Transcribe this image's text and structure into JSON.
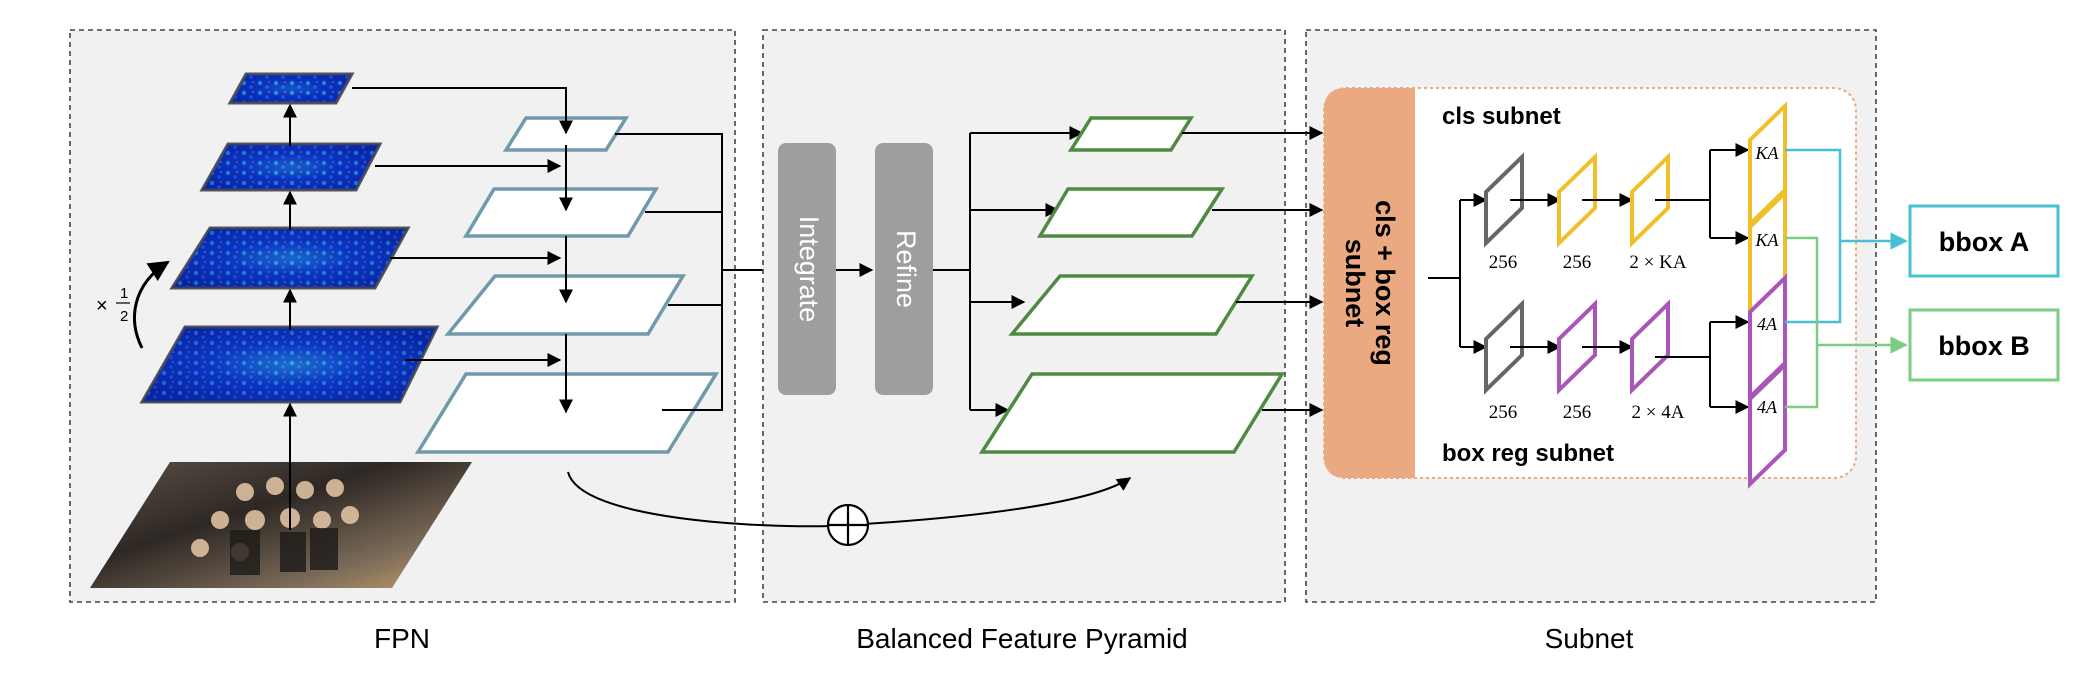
{
  "panels": {
    "fpn": {
      "label": "FPN",
      "scale_label": "×",
      "scale_num": "1",
      "scale_den": "2"
    },
    "bfp": {
      "label": "Balanced Feature Pyramid",
      "integrate": "Integrate",
      "refine": "Refine"
    },
    "subnet": {
      "label": "Subnet",
      "block_label": [
        "cls + box reg",
        "subnet"
      ],
      "cls_title": "cls subnet",
      "box_title": "box reg subnet",
      "cls_labels": [
        "256",
        "256",
        "2 × KA"
      ],
      "box_labels": [
        "256",
        "256",
        "2 × 4A"
      ],
      "cls_outputs": [
        "KA",
        "KA"
      ],
      "box_outputs": [
        "4A",
        "4A"
      ]
    }
  },
  "outputs": {
    "bbox_a": "bbox A",
    "bbox_b": "bbox B"
  },
  "colors": {
    "fpn_frame": "#6f9aaa",
    "bfp_frame": "#4f8a43",
    "block": "#eaa980",
    "gray_block": "#9e9e9e",
    "cls_yellow": "#f0bf2a",
    "box_purple": "#aa55b8",
    "gray_frame": "#666666",
    "bbox_a": "#46c0d2",
    "bbox_b": "#7dcc85"
  }
}
